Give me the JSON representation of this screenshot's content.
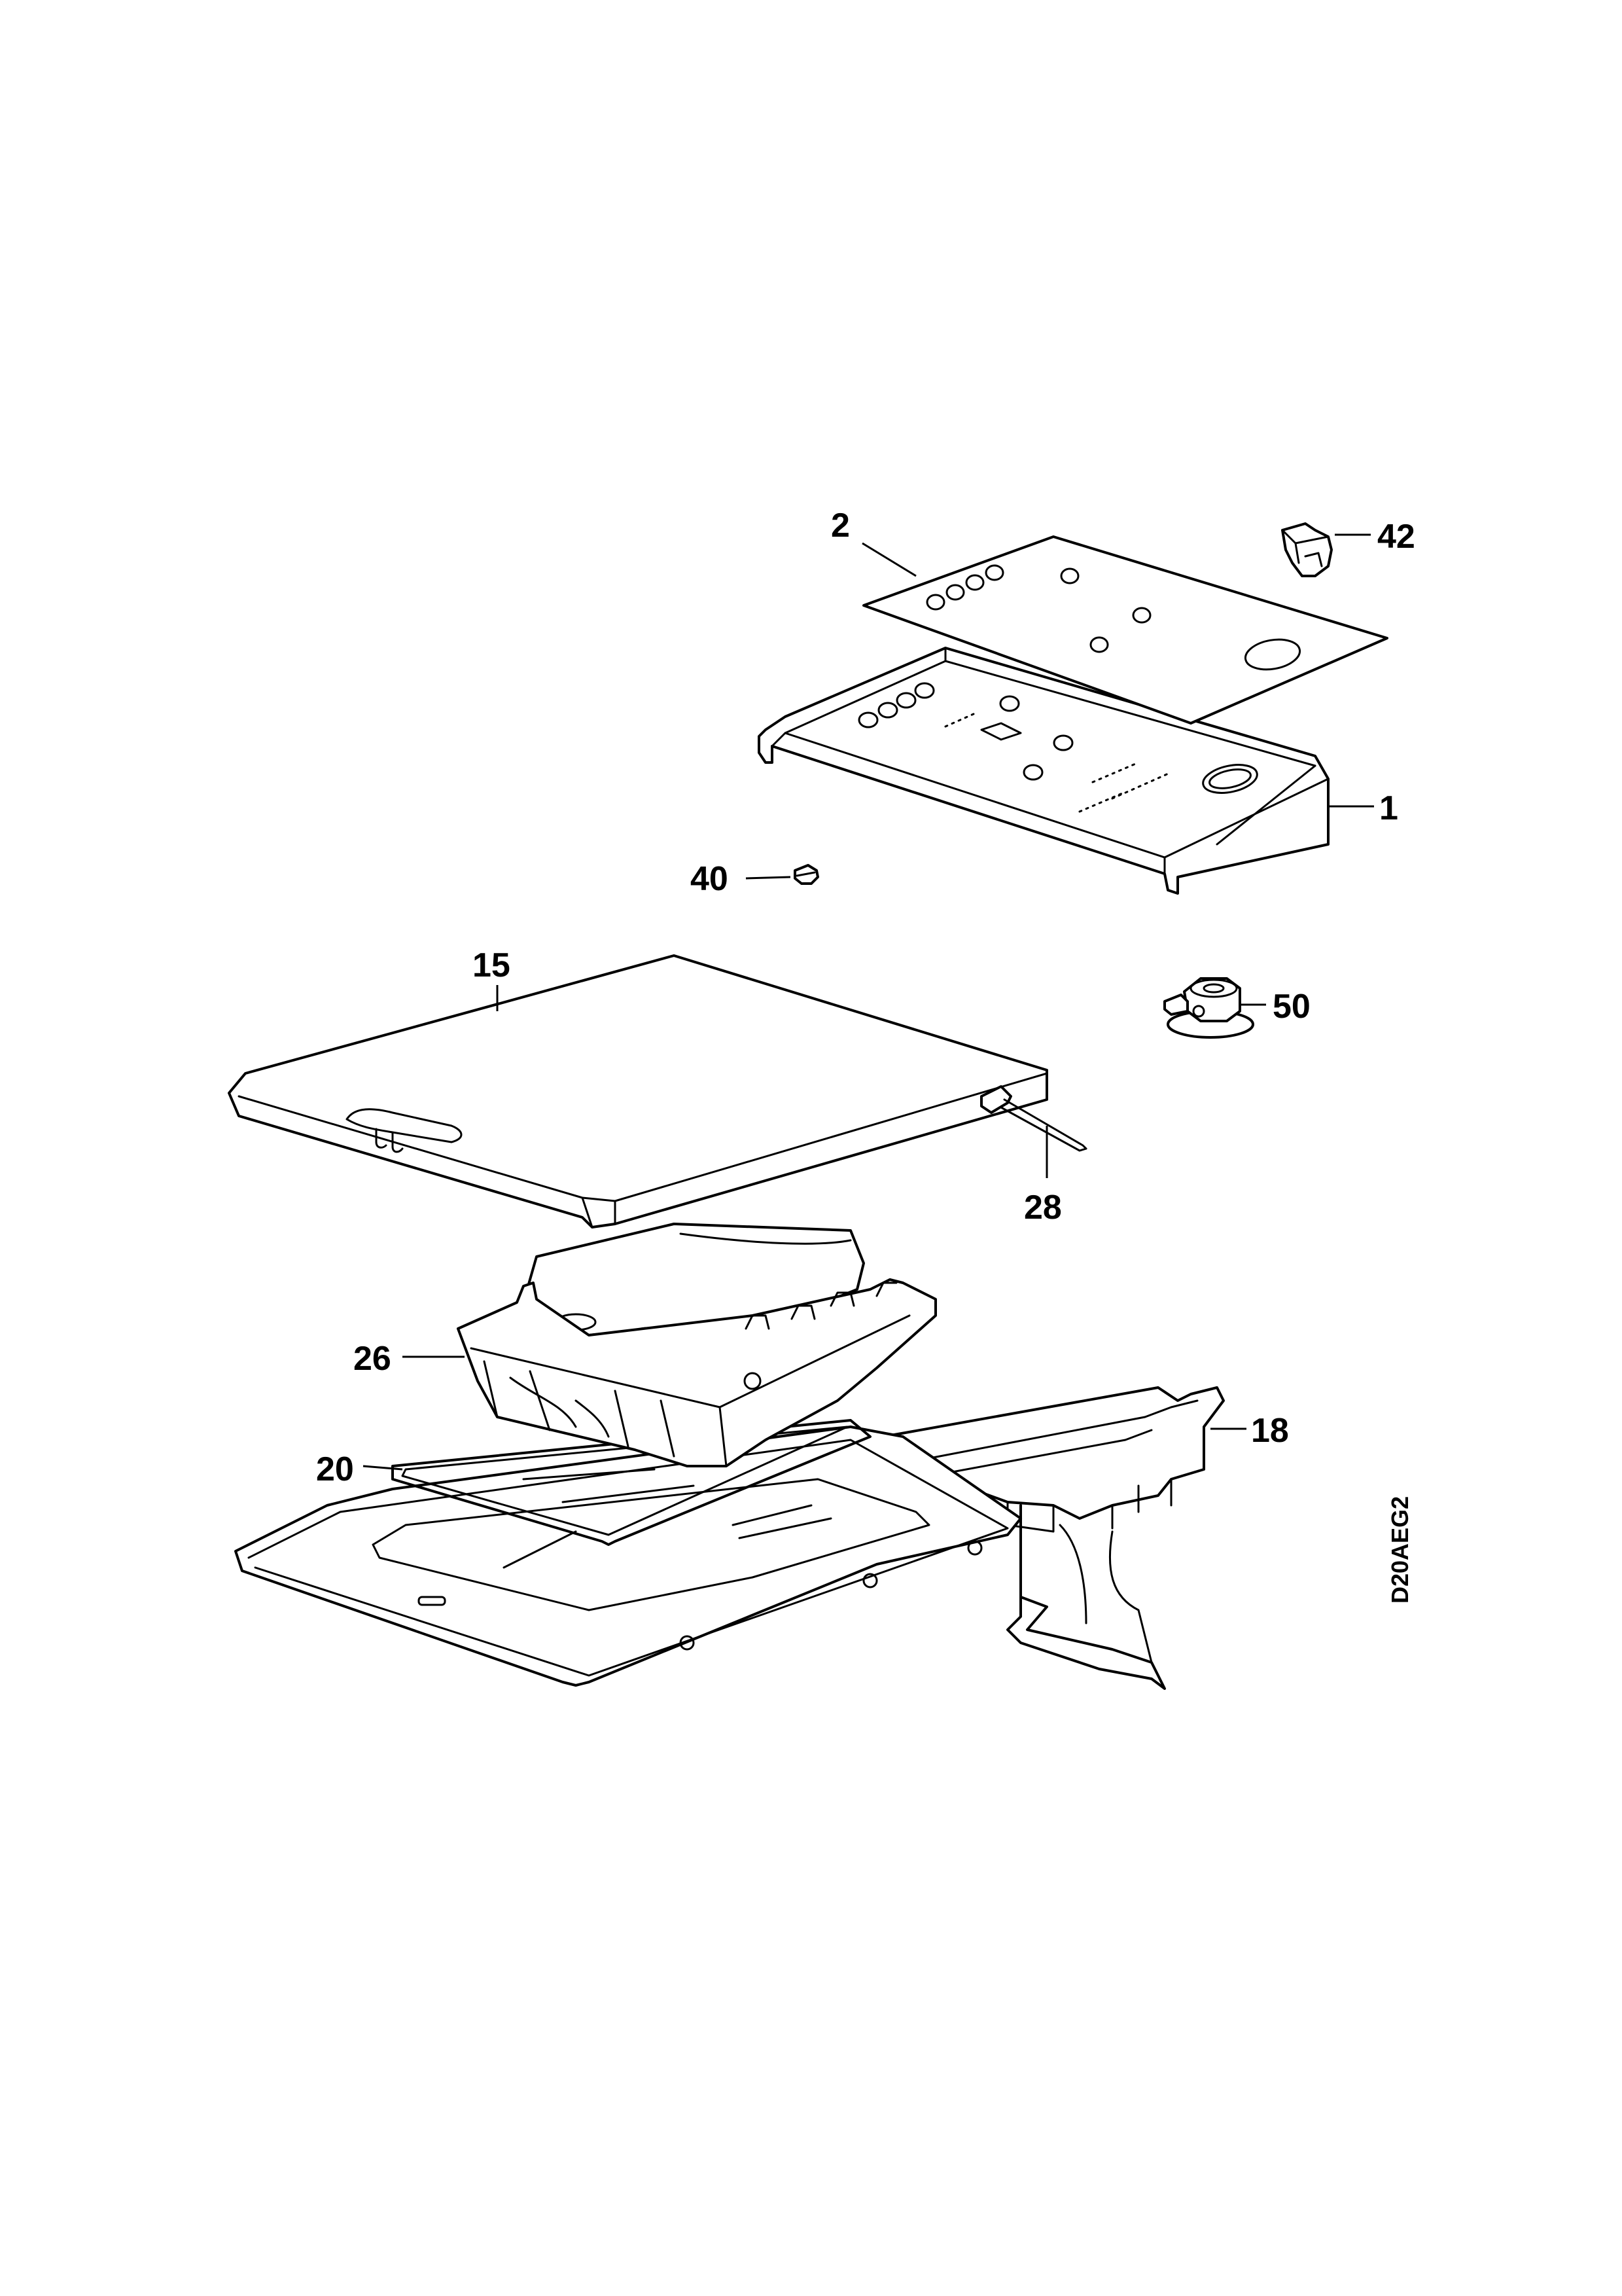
{
  "diagram": {
    "code": "D20AEG2",
    "parts": [
      {
        "id": "part-1",
        "number": "1"
      },
      {
        "id": "part-2",
        "number": "2"
      },
      {
        "id": "part-15",
        "number": "15"
      },
      {
        "id": "part-18",
        "number": "18"
      },
      {
        "id": "part-20",
        "number": "20"
      },
      {
        "id": "part-26",
        "number": "26"
      },
      {
        "id": "part-28",
        "number": "28"
      },
      {
        "id": "part-40",
        "number": "40"
      },
      {
        "id": "part-42",
        "number": "42"
      },
      {
        "id": "part-50",
        "number": "50"
      }
    ]
  },
  "colors": {
    "line": "#000000",
    "background": "#ffffff"
  }
}
